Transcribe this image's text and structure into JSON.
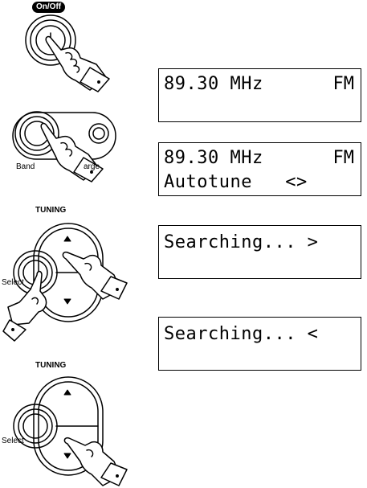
{
  "buttons": {
    "on_off": "On/Off",
    "band": "Band",
    "charge_partial": "arge",
    "tuning_1": "TUNING",
    "tuning_2": "TUNING",
    "select_1": "Select",
    "select_2": "Select"
  },
  "displays": [
    {
      "line1": "89.30 MHz",
      "band": "FM",
      "line2": ""
    },
    {
      "line1": "89.30 MHz",
      "band": "FM",
      "line2": "Autotune   <>"
    },
    {
      "line1": "Searching... >",
      "band": "",
      "line2": ""
    },
    {
      "line1": "Searching... <",
      "band": "",
      "line2": ""
    }
  ]
}
